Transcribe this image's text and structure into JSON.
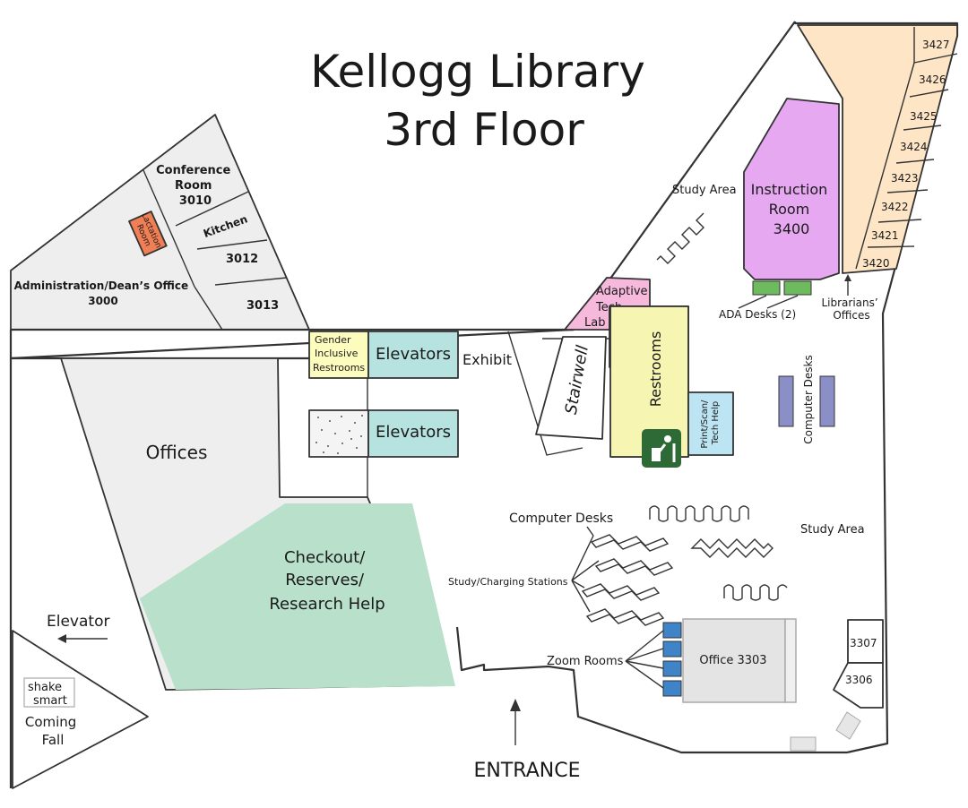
{
  "title": {
    "line1": "Kellogg Library",
    "line2": "3rd Floor"
  },
  "rooms": {
    "conference": {
      "line1": "Conference",
      "line2": "Room",
      "line3": "3010"
    },
    "lactation": {
      "line1": "Lactation",
      "line2": "Room"
    },
    "kitchen": "Kitchen",
    "r3012": "3012",
    "r3013": "3013",
    "admin": {
      "line1": "Administration/Dean’s Office",
      "line2": "3000"
    },
    "gender": {
      "line1": "Gender",
      "line2": "Inclusive",
      "line3": "Restrooms"
    },
    "elevators_top": "Elevators",
    "elevators_bottom": "Elevators",
    "exhibit": "Exhibit",
    "offices": "Offices",
    "checkout": {
      "line1": "Checkout/",
      "line2": "Reserves/",
      "line3": "Research Help"
    },
    "elevator_left": "Elevator",
    "shake_smart": {
      "line1": "shake",
      "line2": "smart"
    },
    "coming_fall": {
      "line1": "Coming",
      "line2": "Fall"
    },
    "entrance": "ENTRANCE",
    "adaptive": {
      "line1": "Adaptive",
      "line2": "Tech",
      "line3": "Lab"
    },
    "stairwell": "Stairwell",
    "restrooms": "Restrooms",
    "print": {
      "line1": "Print/Scan/",
      "line2": "Tech Help"
    },
    "instruction": {
      "line1": "Instruction",
      "line2": "Room",
      "line3": "3400"
    },
    "study_area_top": "Study Area",
    "ada_desks": "ADA Desks (2)",
    "librarians": {
      "line1": "Librarians’",
      "line2": "Offices"
    },
    "computer_desks_right": "Computer Desks",
    "computer_desks_center": "Computer Desks",
    "study_area_right": "Study Area",
    "study_charging": "Study/Charging Stations",
    "zoom_rooms": "Zoom Rooms",
    "office3303": "Office 3303",
    "r3307": "3307",
    "r3306": "3306",
    "offices_right": [
      "3427",
      "3426",
      "3425",
      "3424",
      "3423",
      "3422",
      "3421",
      "3420"
    ]
  },
  "colors": {
    "gray_room": "#eeeeee",
    "lactation": "#f07f55",
    "gender": "#fdfcbf",
    "elevator": "#b6e3e0",
    "checkout": "#b8e0cb",
    "adaptive": "#f6b9dc",
    "restrooms": "#f6f6b2",
    "print": "#bde4f3",
    "instruction": "#e6a8f0",
    "librarian_offices": "#fde5c5",
    "ada_desk": "#6dbb5e",
    "computer_desk": "#8b8fc8",
    "zoom_room": "#3f84c8",
    "office3303": "#e4e4e4",
    "drinking_fountain": "#2e6a35"
  },
  "icons": {
    "drinking_fountain": "drinking-fountain-icon",
    "entrance_arrow": "arrow-up-icon",
    "elevator_arrow": "arrow-left-icon"
  }
}
